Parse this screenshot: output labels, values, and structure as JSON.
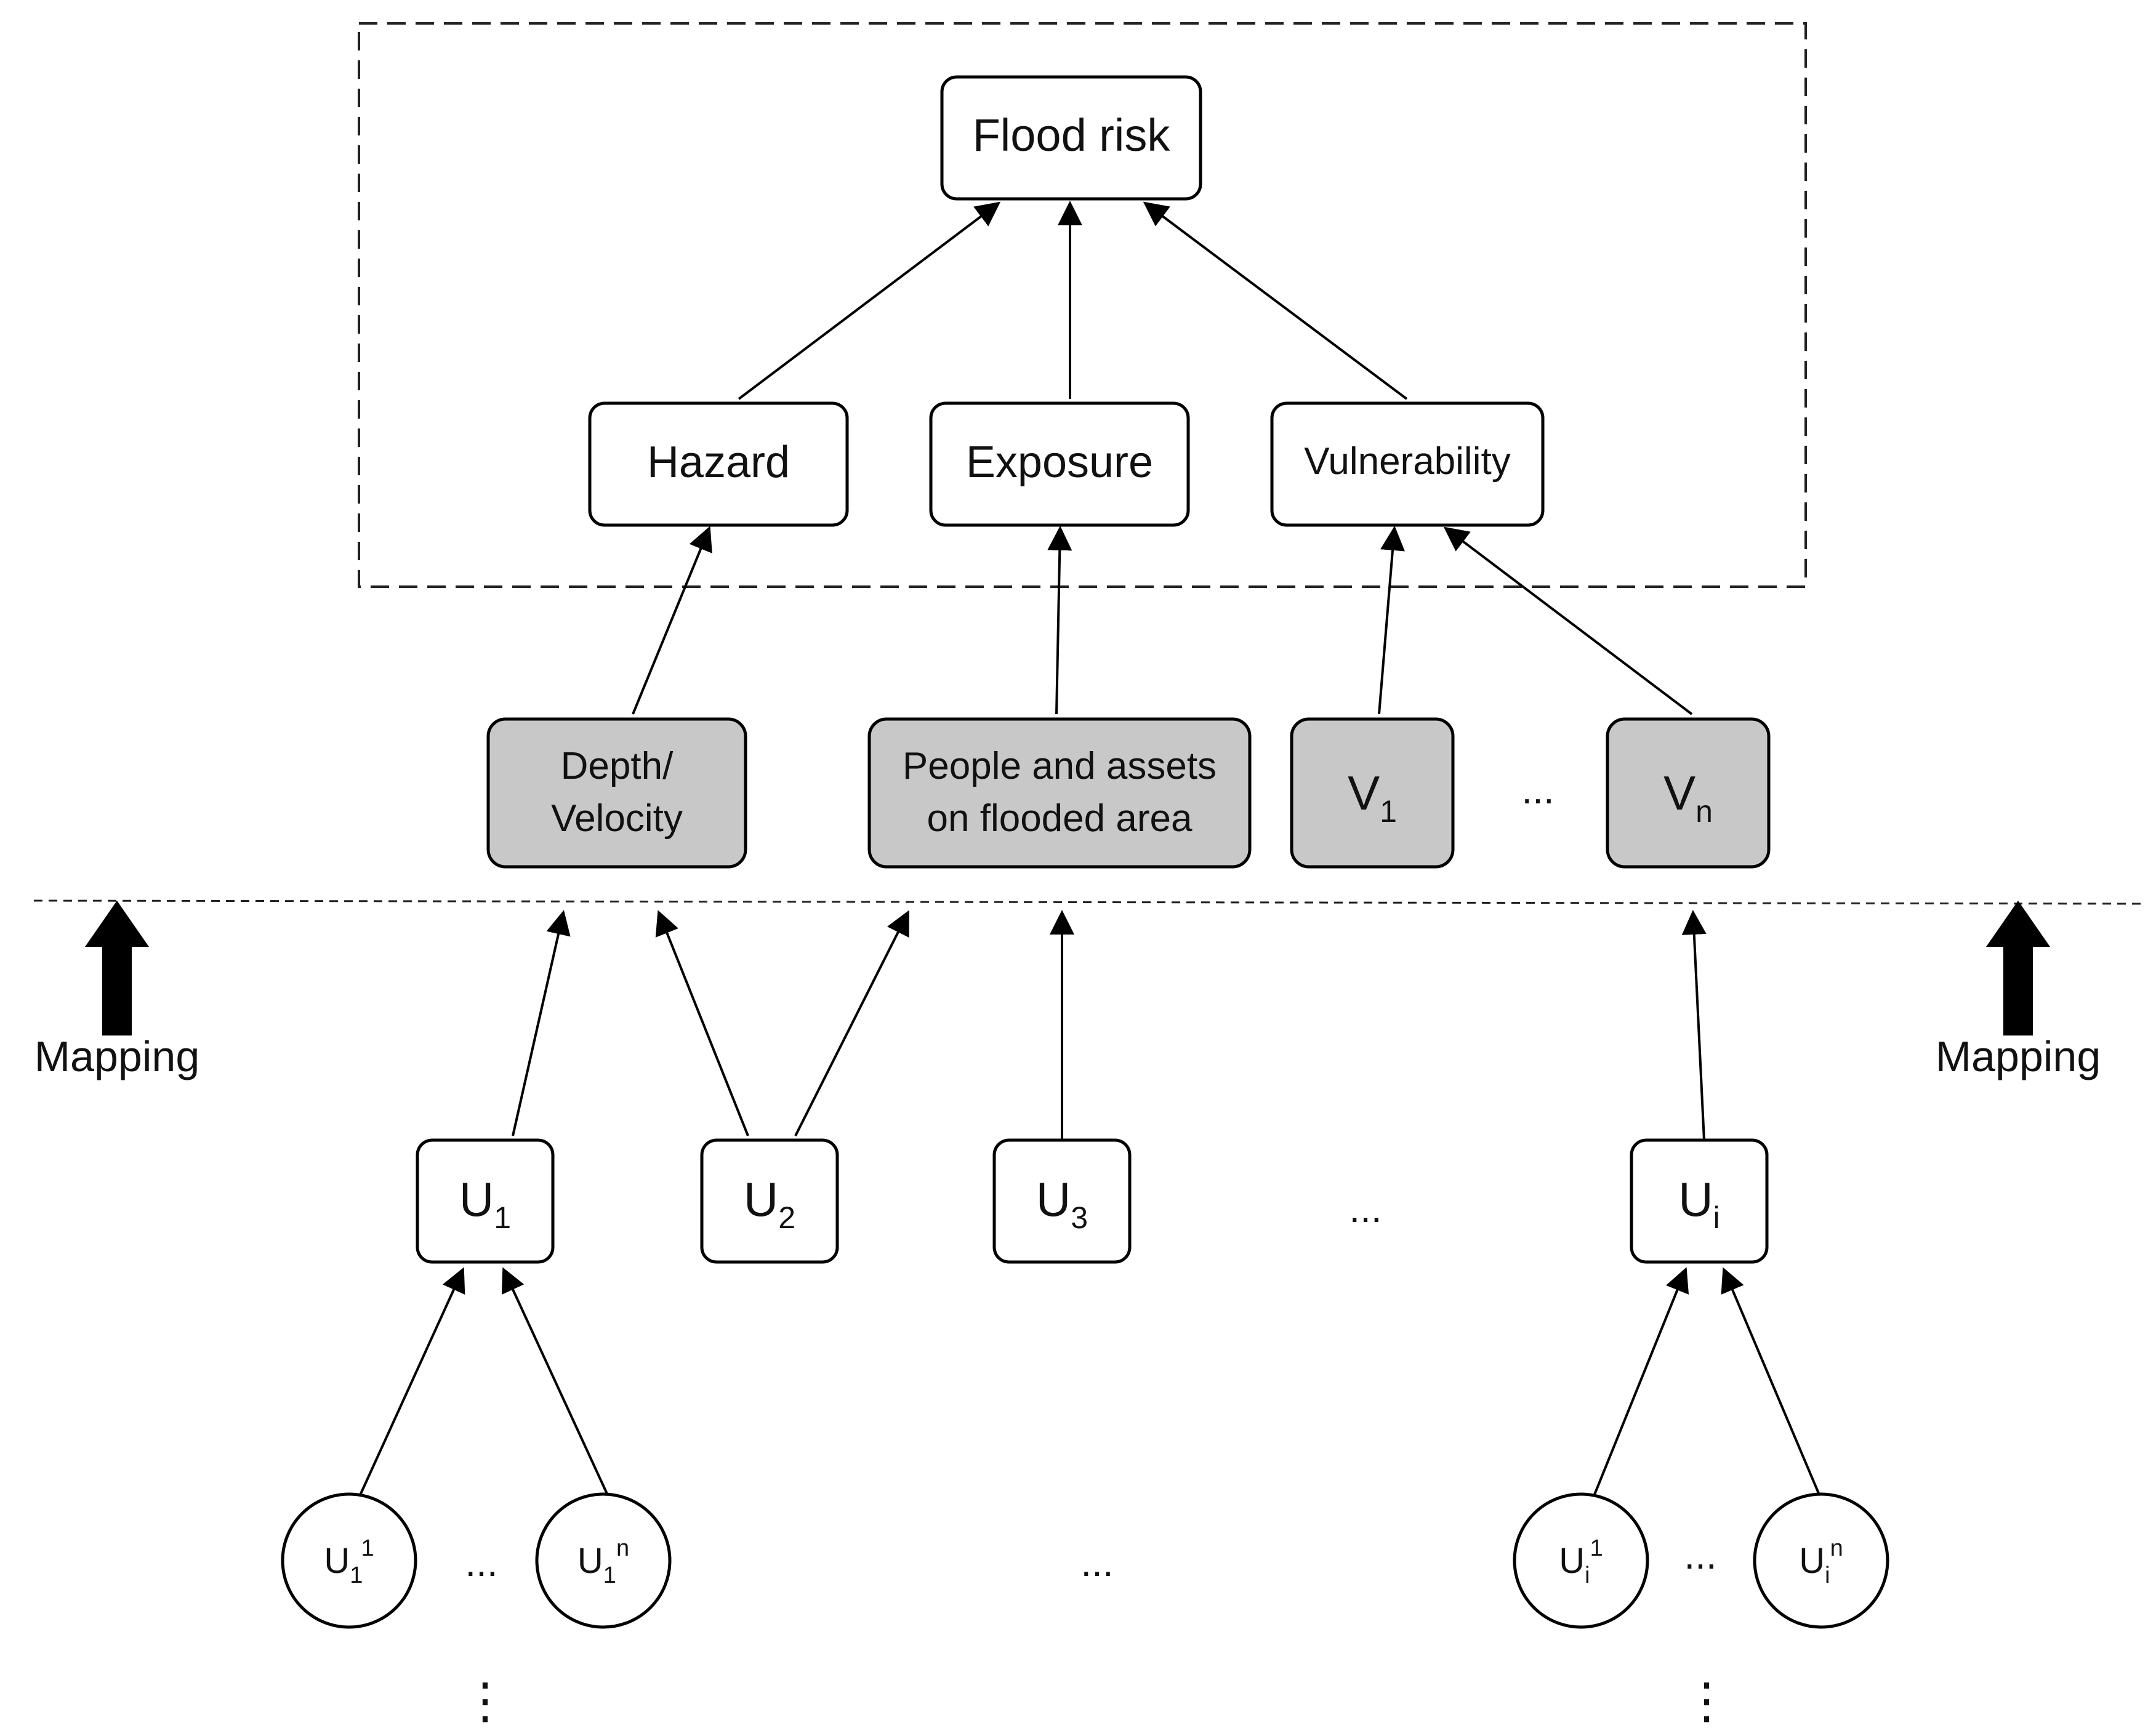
{
  "nodes": {
    "flood_risk": "Flood risk",
    "hazard": "Hazard",
    "exposure": "Exposure",
    "vulnerability": "Vulnerability",
    "depth_velocity_l1": "Depth/",
    "depth_velocity_l2": "Velocity",
    "people_assets_l1": "People and assets",
    "people_assets_l2": "on flooded area",
    "v1": {
      "base": "V",
      "sub": "1"
    },
    "vn": {
      "base": "V",
      "sub": "n"
    },
    "u1": {
      "base": "U",
      "sub": "1"
    },
    "u2": {
      "base": "U",
      "sub": "2"
    },
    "u3": {
      "base": "U",
      "sub": "3"
    },
    "ui": {
      "base": "U",
      "sub": "i"
    },
    "u1_1": {
      "base": "U",
      "sub": "1",
      "sup": "1"
    },
    "u1_n": {
      "base": "U",
      "sub": "1",
      "sup": "n"
    },
    "ui_1": {
      "base": "U",
      "sub": "i",
      "sup": "1"
    },
    "ui_n": {
      "base": "U",
      "sub": "i",
      "sup": "n"
    }
  },
  "labels": {
    "mapping_left": "Mapping",
    "mapping_right": "Mapping",
    "ellipsis": "...",
    "vertical_ellipsis": "⋮"
  }
}
